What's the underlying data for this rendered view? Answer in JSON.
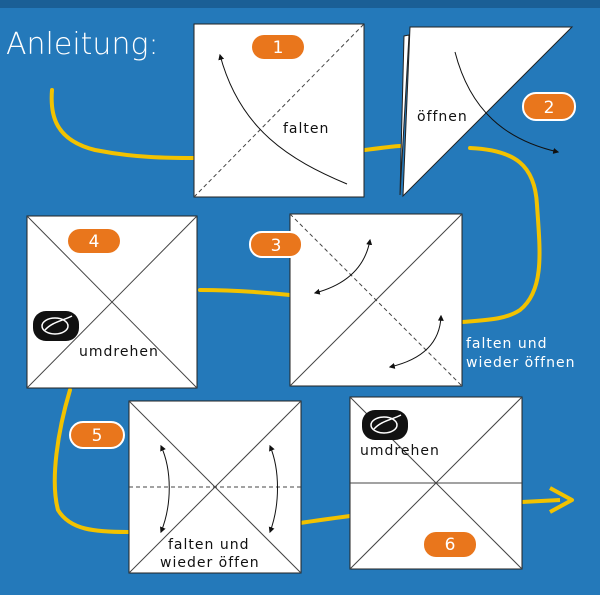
{
  "title": "Anleitung:",
  "steps": [
    {
      "number": "1",
      "label": "falten"
    },
    {
      "number": "2",
      "label": "öffnen"
    },
    {
      "number": "3",
      "label_line1": "falten und",
      "label_line2": "wieder öffnen"
    },
    {
      "number": "4",
      "label": "umdrehen"
    },
    {
      "number": "5",
      "label_line1": "falten und",
      "label_line2": "wieder öffen"
    },
    {
      "number": "6",
      "label": "umdrehen"
    }
  ],
  "colors": {
    "background": "#2479ba",
    "path": "#f2c200",
    "badge": "#e9761c",
    "paper": "#ffffff"
  },
  "icons": [
    "flip-over-icon"
  ]
}
